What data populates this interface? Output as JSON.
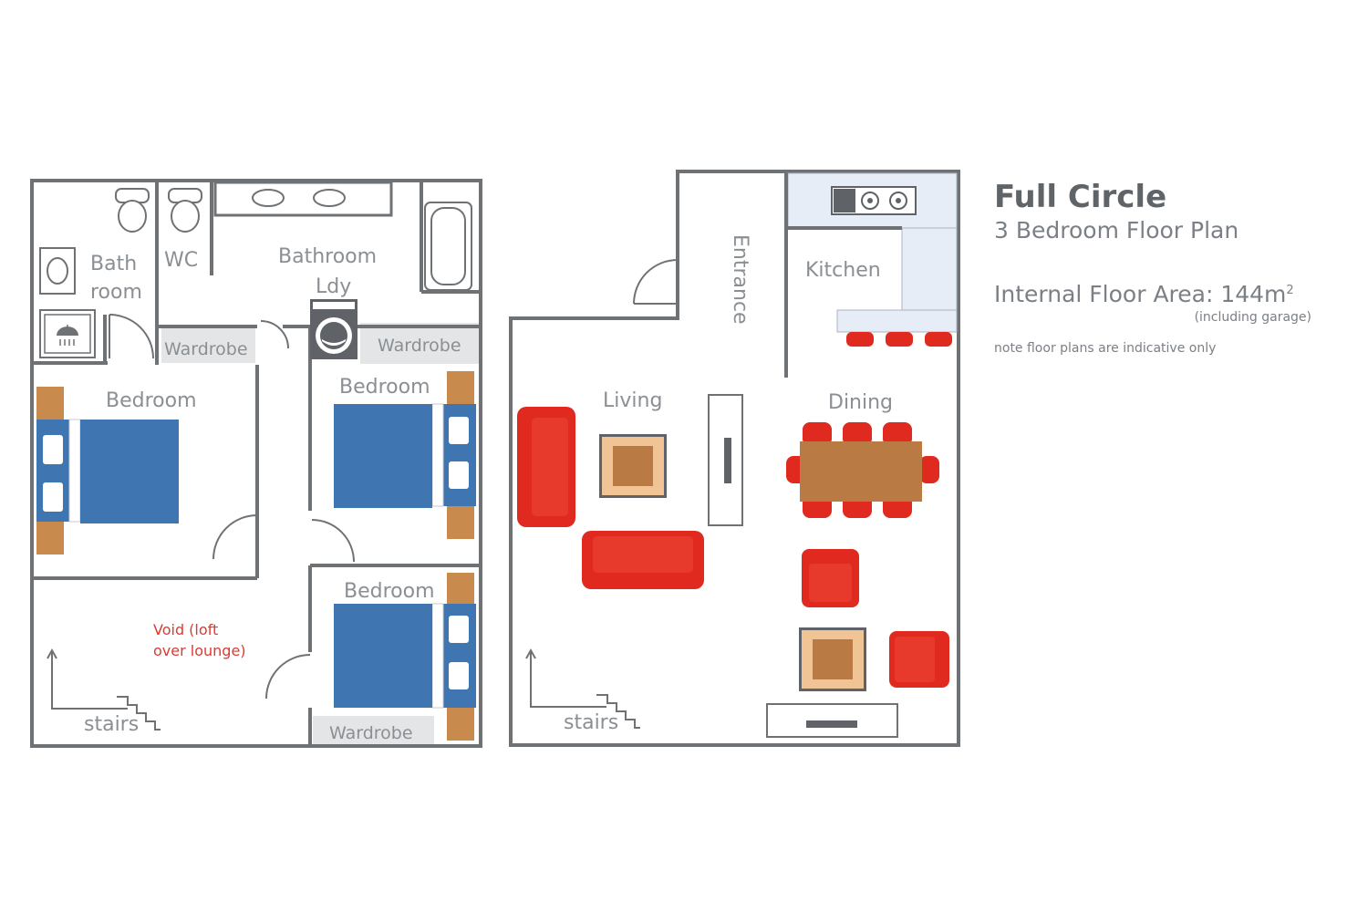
{
  "upper_floor": {
    "rooms": {
      "bath_room_line1": "Bath",
      "bath_room_line2": "room",
      "wc": "WC",
      "bathroom": "Bathroom",
      "laundry": "Ldy",
      "wardrobe_left": "Wardrobe",
      "wardrobe_right": "Wardrobe",
      "wardrobe_bottom": "Wardrobe",
      "bedroom_left": "Bedroom",
      "bedroom_right": "Bedroom",
      "bedroom_bottom": "Bedroom",
      "void_line1": "Void (loft",
      "void_line2": "over lounge)",
      "stairs": "stairs"
    }
  },
  "ground_floor": {
    "rooms": {
      "entrance": "Entrance",
      "kitchen": "Kitchen",
      "living": "Living",
      "dining": "Dining",
      "stairs": "stairs"
    }
  },
  "info": {
    "title": "Full Circle",
    "subtitle": "3 Bedroom Floor Plan",
    "area_label": "Internal Floor Area: 144m",
    "area_superscript": "2",
    "area_note": "(including garage)",
    "note": "note  floor plans are indicative only"
  },
  "colors": {
    "wall": "#6f7275",
    "bed": "#3f75b0",
    "furniture": "#e02a1f",
    "timber": "#c98a4e",
    "wardrobe": "#e4e5e6",
    "kitchen_bench": "#e6edf7",
    "void_text": "#e0392f"
  }
}
